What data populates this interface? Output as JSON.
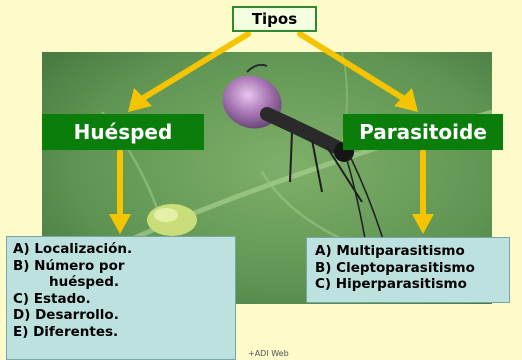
{
  "diagram": {
    "top_label": "Tipos",
    "left_label": "Huésped",
    "right_label": "Parasitoide",
    "left_list": {
      "items": [
        "A) Localización.",
        "B) Número por",
        "huésped.",
        "C) Estado.",
        "D) Desarrollo.",
        "E) Diferentes."
      ]
    },
    "right_list": {
      "items": [
        "A) Multiparasitismo",
        "B) Cleptoparasitismo",
        "C) Hiperparasitismo"
      ]
    },
    "credit": "+ADI Web"
  },
  "colors": {
    "background": "#fdfbc9",
    "label_green": "#0b7d0b",
    "arrow": "#f5c400",
    "list_box": "#bde1df"
  }
}
